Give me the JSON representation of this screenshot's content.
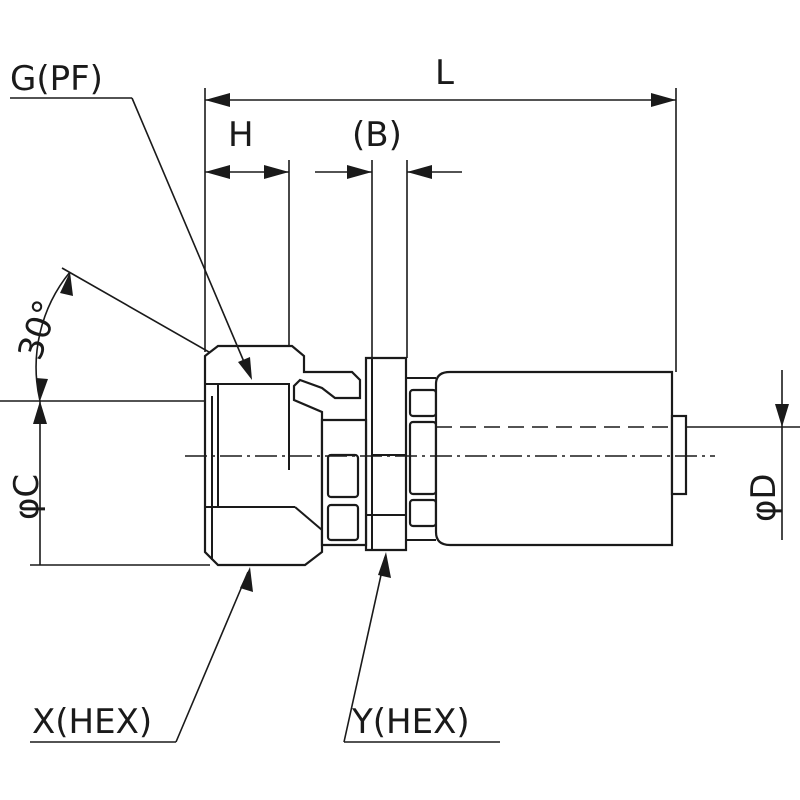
{
  "labels": {
    "thread": "G(PF)",
    "length": "L",
    "nut_length": "H",
    "hex_width": "(B)",
    "angle": "30°",
    "diameter_c": "φC",
    "diameter_d": "φD",
    "nut_hex": "X(HEX)",
    "body_hex": "Y(HEX)"
  }
}
